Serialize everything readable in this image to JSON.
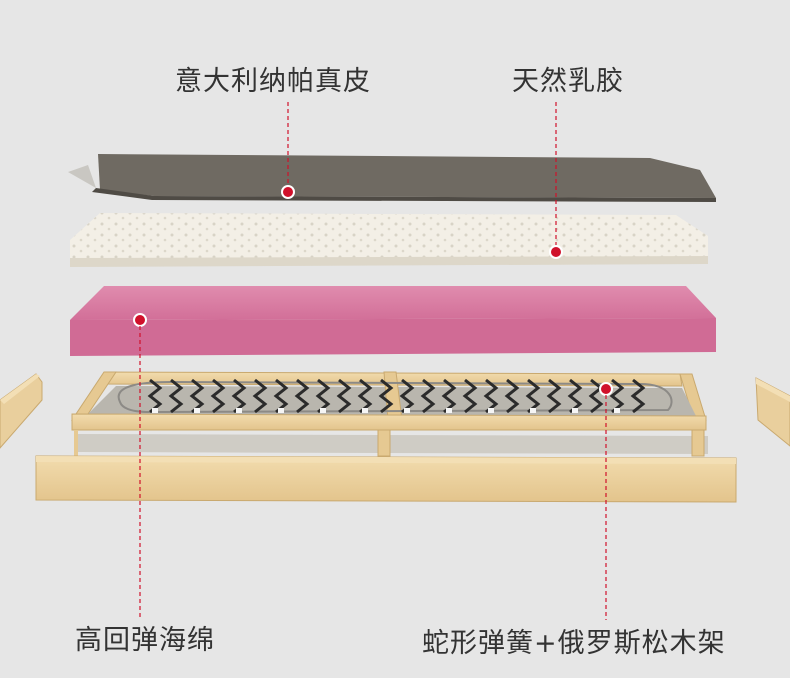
{
  "labels": {
    "leather": "意大利纳帕真皮",
    "latex": "天然乳胶",
    "foam": "高回弹海绵",
    "spring_frame": "蛇形弹簧+俄罗斯松木架"
  },
  "colors": {
    "background": "#e6e6e6",
    "leather": "#6f6a62",
    "latex": "#f3efe6",
    "foam": "#d8789e",
    "wood": "#e9cf9d",
    "marker": "#d0112b",
    "spring_wire": "#2b2b2b"
  }
}
